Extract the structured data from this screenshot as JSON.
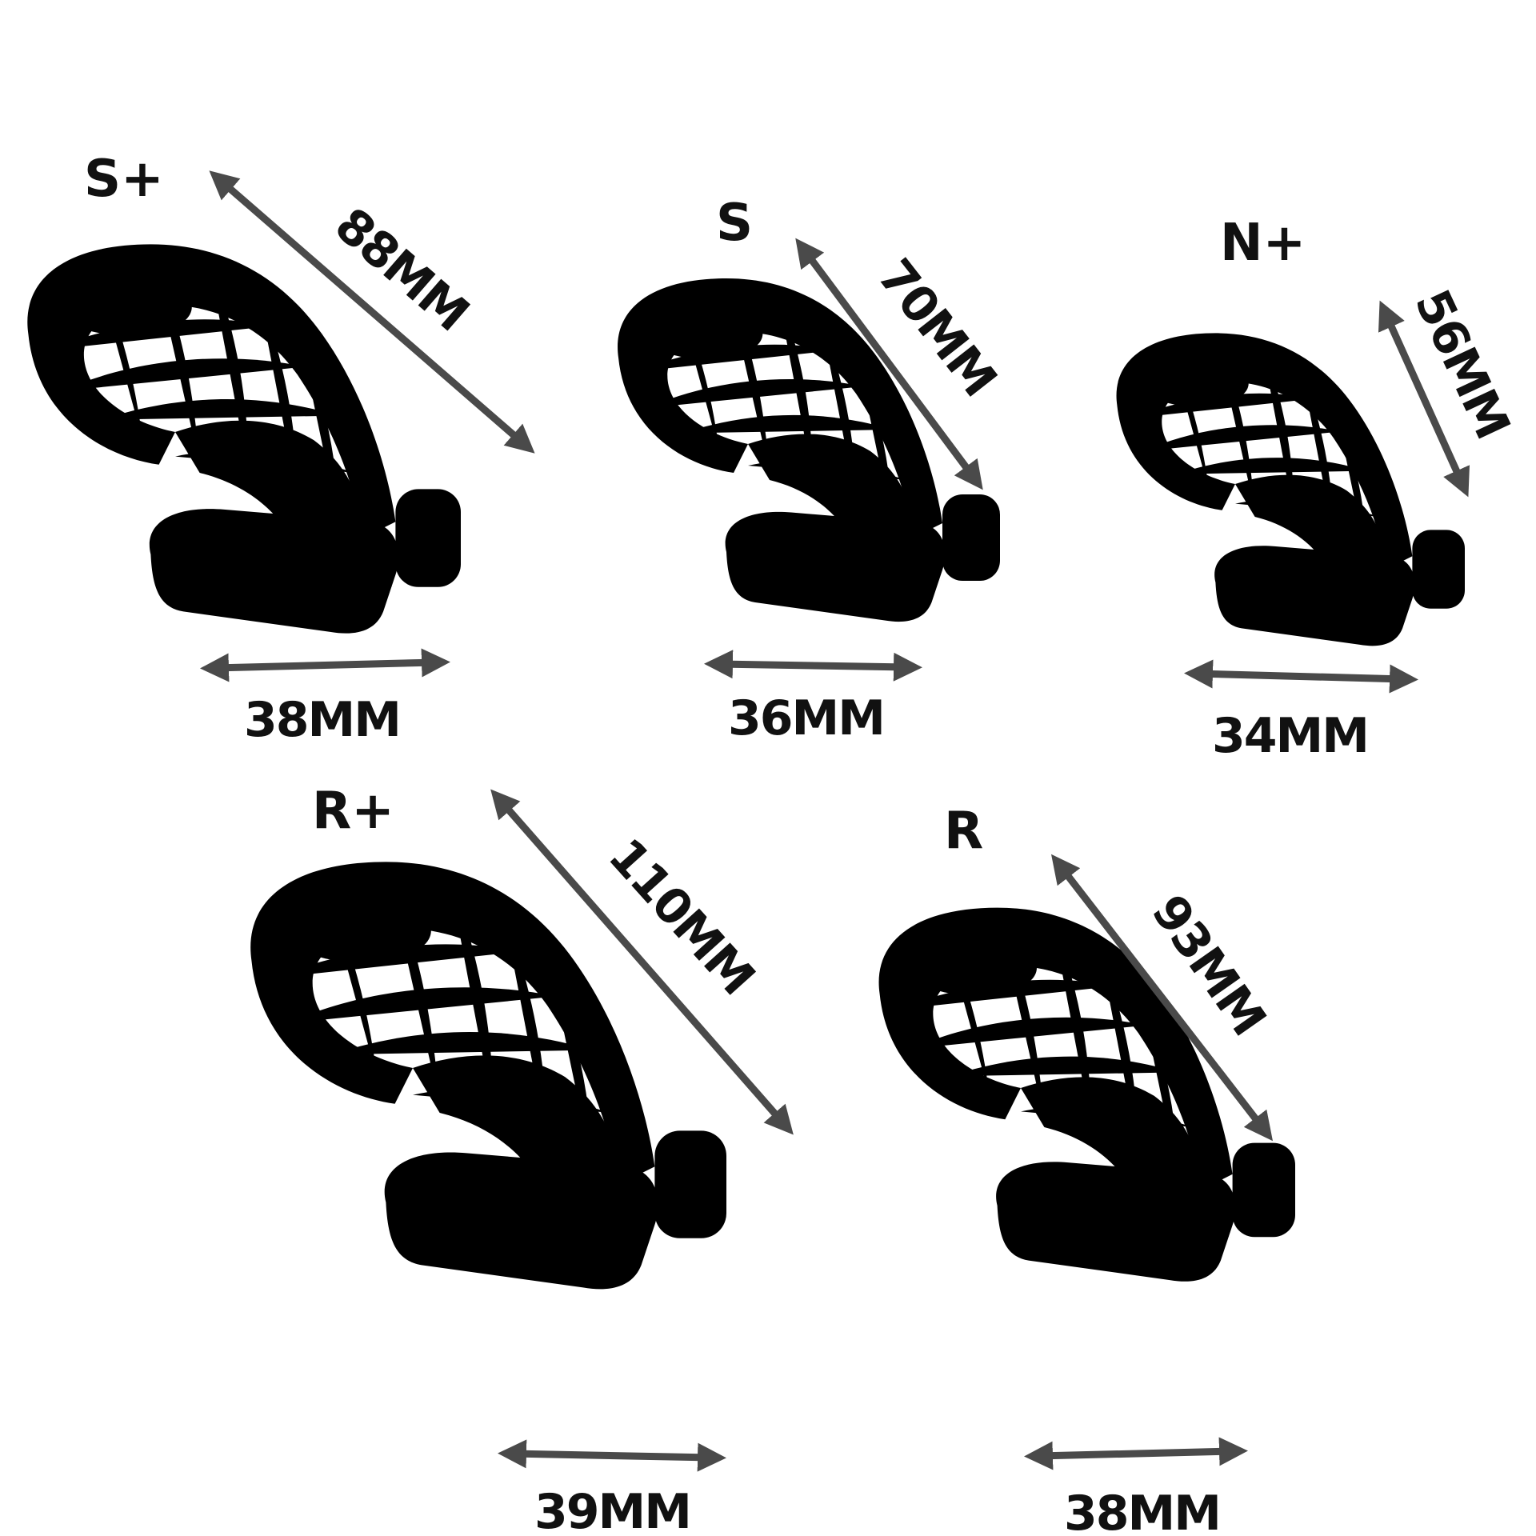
{
  "colors": {
    "ink": "#1a1a1a",
    "arrow": "#4a4a4a",
    "background": "#ffffff"
  },
  "models": [
    {
      "code": "S+",
      "length": "88MM",
      "width": "38MM"
    },
    {
      "code": "S",
      "length": "70MM",
      "width": "36MM"
    },
    {
      "code": "N+",
      "length": "56MM",
      "width": "34MM"
    },
    {
      "code": "R+",
      "length": "110MM",
      "width": "39MM"
    },
    {
      "code": "R",
      "length": "93MM",
      "width": "38MM"
    }
  ]
}
